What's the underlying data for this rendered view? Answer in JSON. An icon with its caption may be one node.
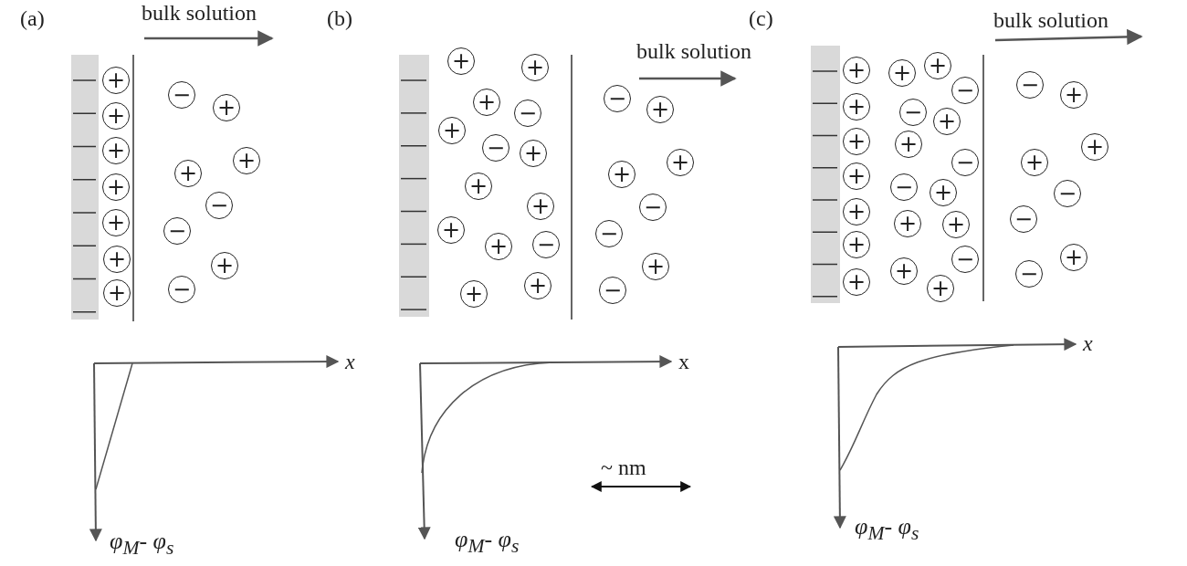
{
  "diagram": {
    "nodes": [
      {
        "text": [
          "+"
        ]
      },
      {
        "text": [
          "+"
        ]
      },
      {
        "text": [
          "+"
        ]
      },
      {
        "text": [
          "+"
        ]
      },
      {
        "text": [
          "+"
        ]
      },
      {
        "text": [
          "+"
        ]
      },
      {
        "text": [
          "+"
        ]
      },
      {
        "text": [
          "−"
        ]
      },
      {
        "text": [
          "+"
        ]
      },
      {
        "text": [
          "+"
        ]
      },
      {
        "text": [
          "+"
        ]
      },
      {
        "text": [
          "−"
        ]
      },
      {
        "text": [
          "−"
        ]
      },
      {
        "text": [
          "+"
        ]
      },
      {
        "text": [
          "−"
        ]
      },
      {
        "text": [
          "+"
        ]
      },
      {
        "text": [
          "+"
        ]
      },
      {
        "text": [
          "+"
        ]
      },
      {
        "text": [
          "−"
        ]
      },
      {
        "text": [
          "+"
        ]
      },
      {
        "text": [
          "−"
        ]
      },
      {
        "text": [
          "+"
        ]
      },
      {
        "text": [
          "+"
        ]
      },
      {
        "text": [
          "+"
        ]
      },
      {
        "text": [
          "+"
        ]
      },
      {
        "text": [
          "+"
        ]
      },
      {
        "text": [
          "−"
        ]
      },
      {
        "text": [
          "+"
        ]
      },
      {
        "text": [
          "+"
        ]
      },
      {
        "text": [
          "−"
        ]
      },
      {
        "text": [
          "+"
        ]
      },
      {
        "text": [
          "+"
        ]
      },
      {
        "text": [
          "+"
        ]
      },
      {
        "text": [
          "−"
        ]
      },
      {
        "text": [
          "−"
        ]
      },
      {
        "text": [
          "+"
        ]
      },
      {
        "text": [
          "−"
        ]
      },
      {
        "text": [
          "+"
        ]
      },
      {
        "text": [
          "+"
        ]
      },
      {
        "text": [
          "+"
        ]
      },
      {
        "text": [
          "+"
        ]
      },
      {
        "text": [
          "+"
        ]
      },
      {
        "text": [
          "+"
        ]
      },
      {
        "text": [
          "+"
        ]
      },
      {
        "text": [
          "+"
        ]
      },
      {
        "text": [
          "+"
        ]
      },
      {
        "text": [
          "−"
        ]
      },
      {
        "text": [
          "−"
        ]
      },
      {
        "text": [
          "+"
        ]
      },
      {
        "text": [
          "+"
        ]
      },
      {
        "text": [
          "−"
        ]
      },
      {
        "text": [
          "−"
        ]
      },
      {
        "text": [
          "+"
        ]
      },
      {
        "text": [
          "+"
        ]
      },
      {
        "text": [
          "+"
        ]
      },
      {
        "text": [
          "−"
        ]
      },
      {
        "text": [
          "+"
        ]
      },
      {
        "text": [
          "+"
        ]
      },
      {
        "text": [
          "−"
        ]
      },
      {
        "text": [
          "+"
        ]
      },
      {
        "text": [
          "+"
        ]
      },
      {
        "text": [
          "+"
        ]
      },
      {
        "text": [
          "−"
        ]
      },
      {
        "text": [
          "−"
        ]
      },
      {
        "text": [
          "+"
        ]
      },
      {
        "text": [
          "−"
        ]
      }
    ],
    "labels": [
      "(a)",
      "bulk solution",
      "(b)",
      "bulk solution",
      "(c)",
      "bulk solution",
      "x",
      "φ$_{M}$- φ$_{s}$",
      "x",
      "φ$_{M}$- φ$_{s}$",
      "~ nm",
      "x",
      "φ$_{M}$- φ$_{s}$"
    ]
  }
}
